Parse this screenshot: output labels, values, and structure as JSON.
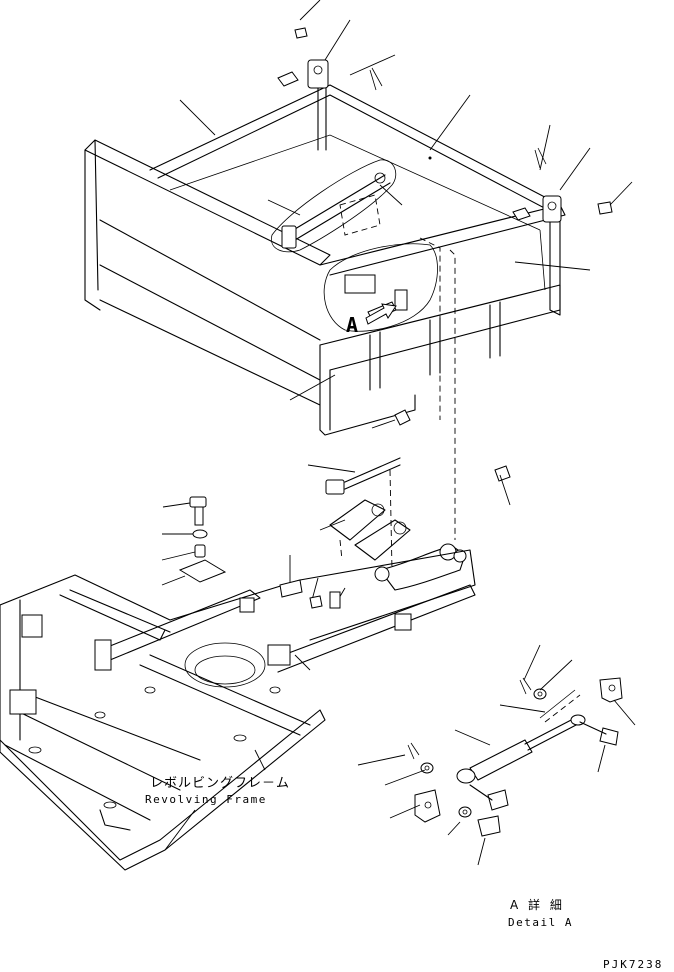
{
  "labels": {
    "revolving_frame_jp": "レボルビングフレ－ム",
    "revolving_frame_en": "Revolving Frame",
    "detail_a_jp": "A 詳 細",
    "detail_a_en": "Detail A",
    "callout_a": "A",
    "drawing_code": "PJK7238"
  }
}
